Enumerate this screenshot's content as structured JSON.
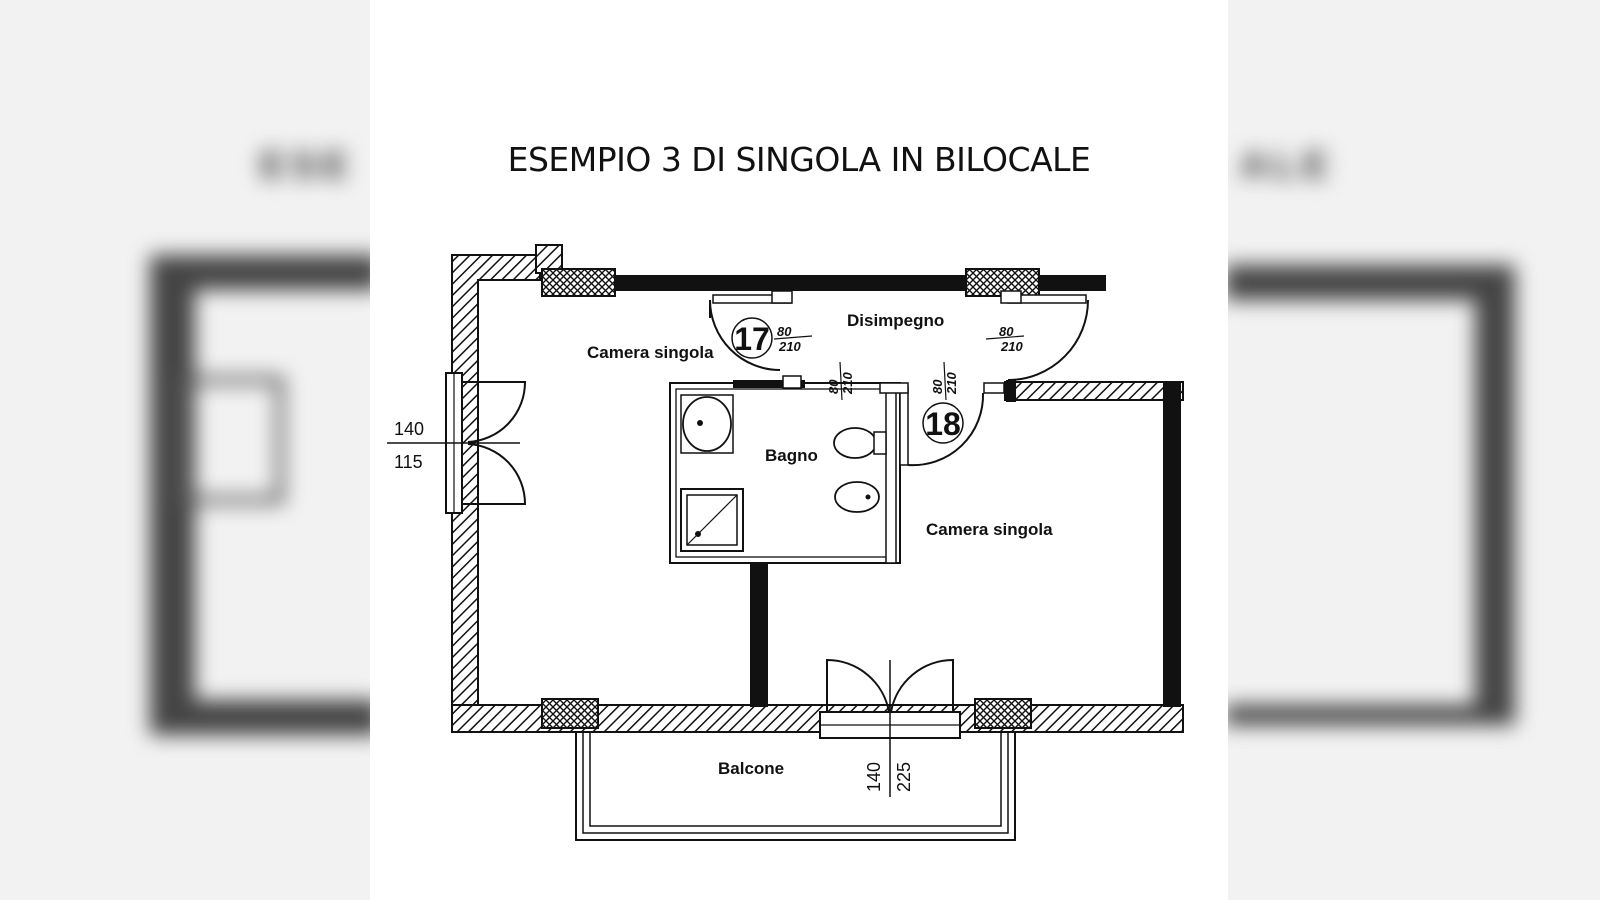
{
  "title": "ESEMPIO 3 DI SINGOLA IN BILOCALE",
  "backdrop": {
    "left_fragment": "ESE",
    "right_fragment": "ALE"
  },
  "rooms": {
    "camera_left": "Camera singola",
    "camera_right": "Camera singola",
    "disimpegno": "Disimpegno",
    "bagno": "Bagno",
    "balcone": "Balcone"
  },
  "labels": {
    "door_17": "17",
    "door_18": "18"
  },
  "dimensions": {
    "door_17": {
      "width": "80",
      "height": "210"
    },
    "door_disimpegno_right": {
      "width": "80",
      "height": "210"
    },
    "door_bagno": {
      "width": "80",
      "height": "210"
    },
    "door_18": {
      "width": "80",
      "height": "210"
    },
    "window_left": {
      "width": "140",
      "height": "115"
    },
    "balcony_door": {
      "width": "140",
      "height": "225"
    }
  },
  "colors": {
    "wall": "#111111",
    "background": "#ffffff",
    "backdrop": "#f2f2f2"
  }
}
